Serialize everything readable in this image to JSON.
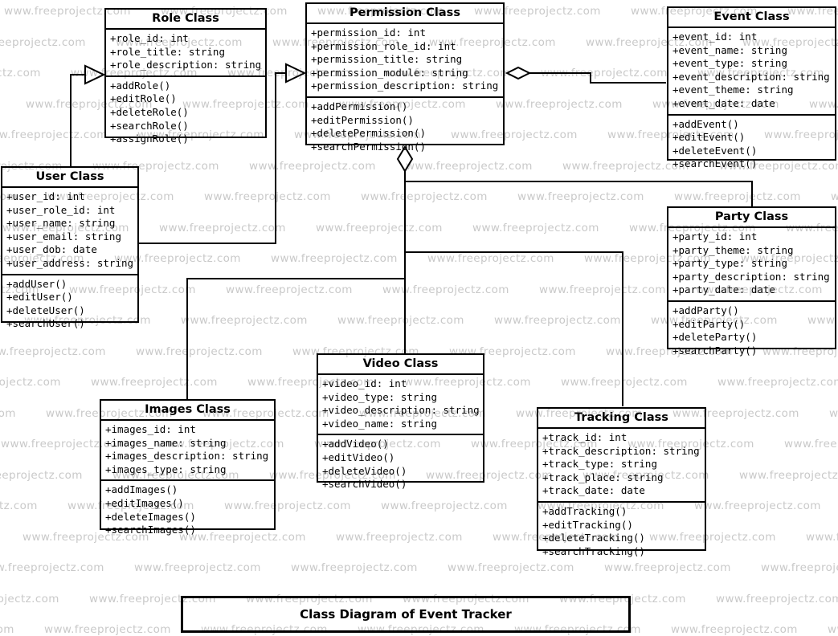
{
  "diagram_title": "Class Diagram of Event Tracker",
  "watermark": {
    "text": "www.freeprojectz.com",
    "color": "#c9c9c9"
  },
  "classes": [
    {
      "id": "role",
      "name": "Role Class",
      "attributes": [
        "+role_id: int",
        "+role_title: string",
        "+role_description: string"
      ],
      "methods": [
        "+addRole()",
        "+editRole()",
        "+deleteRole()",
        "+searchRole()",
        "+assignRole()"
      ]
    },
    {
      "id": "permission",
      "name": "Permission Class",
      "attributes": [
        "+permission_id: int",
        "+permission_role_id: int",
        "+permission_title: string",
        "+permission_module: string",
        "+permission_description: string"
      ],
      "methods": [
        "+addPermission()",
        "+editPermission()",
        "+deletePermission()",
        "+searchPermission()"
      ]
    },
    {
      "id": "event",
      "name": "Event Class",
      "attributes": [
        "+event_id: int",
        "+event_name: string",
        "+event_type: string",
        "+event_description: string",
        "+event_theme: string",
        "+event_date: date"
      ],
      "methods": [
        "+addEvent()",
        "+editEvent()",
        "+deleteEvent()",
        "+searchEvent()"
      ]
    },
    {
      "id": "user",
      "name": "User Class",
      "attributes": [
        "+user_id: int",
        "+user_role_id: int",
        "+user_name: string",
        "+user_email: string",
        "+user_dob: date",
        "+user_address: string"
      ],
      "methods": [
        "+addUser()",
        "+editUser()",
        "+deleteUser()",
        "+searchUser()"
      ]
    },
    {
      "id": "party",
      "name": "Party Class",
      "attributes": [
        "+party_id: int",
        "+party_theme: string",
        "+party_type: string",
        "+party_description: string",
        "+party_date: date"
      ],
      "methods": [
        "+addParty()",
        "+editParty()",
        "+deleteParty()",
        "+searchParty()"
      ]
    },
    {
      "id": "video",
      "name": "Video Class",
      "attributes": [
        "+video_id: int",
        "+video_type: string",
        "+video_description: string",
        "+video_name: string"
      ],
      "methods": [
        "+addVideo()",
        "+editVideo()",
        "+deleteVideo()",
        "+searchVideo()"
      ]
    },
    {
      "id": "images",
      "name": "Images Class",
      "attributes": [
        "+images_id: int",
        "+images_name: string",
        "+images_description: string",
        "+images_type: string"
      ],
      "methods": [
        "+addImages()",
        "+editImages()",
        "+deleteImages()",
        "+searchImages()"
      ]
    },
    {
      "id": "tracking",
      "name": "Tracking Class",
      "attributes": [
        "+track_id: int",
        "+track_description: string",
        "+track_type: string",
        "+track_place: string",
        "+track_date: date"
      ],
      "methods": [
        "+addTracking()",
        "+editTracking()",
        "+deleteTracking()",
        "+searchTracking()"
      ]
    }
  ],
  "relationships": [
    {
      "from": "User Class",
      "to": "Role Class",
      "type": "generalization"
    },
    {
      "from": "User Class",
      "to": "Permission Class",
      "type": "generalization"
    },
    {
      "from": "Permission Class",
      "to": "Event Class",
      "type": "aggregation"
    },
    {
      "from": "Permission Class",
      "to": "Party Class",
      "type": "aggregation"
    },
    {
      "from": "Permission Class",
      "to": "Video Class",
      "type": "aggregation"
    },
    {
      "from": "Permission Class",
      "to": "Images Class",
      "type": "aggregation"
    },
    {
      "from": "Permission Class",
      "to": "Tracking Class",
      "type": "aggregation"
    }
  ]
}
